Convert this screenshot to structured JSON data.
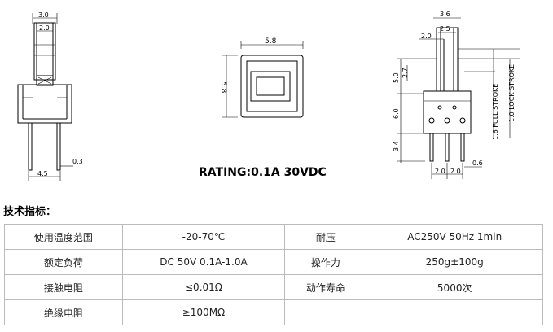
{
  "drawing": {
    "left_view": {
      "dims": [
        "3.0",
        "2.0",
        "0.3",
        "4.5"
      ]
    },
    "top_view": {
      "dims": [
        "5.8",
        "5.8"
      ]
    },
    "right_view": {
      "dims": [
        "3.6",
        "2.5",
        "2.0",
        "2.7",
        "5.0",
        "6.0",
        "3.4",
        "2.0",
        "2.0",
        "0.6"
      ],
      "stroke_labels": [
        "1.6 FULL STROKE",
        "1.0 LOCK STROKE"
      ]
    },
    "rating": "RATING:0.1A  30VDC"
  },
  "spec": {
    "heading": "技术指标：",
    "rows": [
      {
        "label1": "使用温度范围",
        "value1": "-20-70℃",
        "label2": "耐压",
        "value2": "AC250V 50Hz 1min"
      },
      {
        "label1": "额定负荷",
        "value1": "DC 50V 0.1A-1.0A",
        "label2": "操作力",
        "value2": "250g±100g"
      },
      {
        "label1": "接触电阻",
        "value1": "≤0.01Ω",
        "label2": "动作寿命",
        "value2": "5000次"
      },
      {
        "label1": "绝缘电阻",
        "value1": "≥100MΩ",
        "label2": "",
        "value2": ""
      }
    ]
  }
}
